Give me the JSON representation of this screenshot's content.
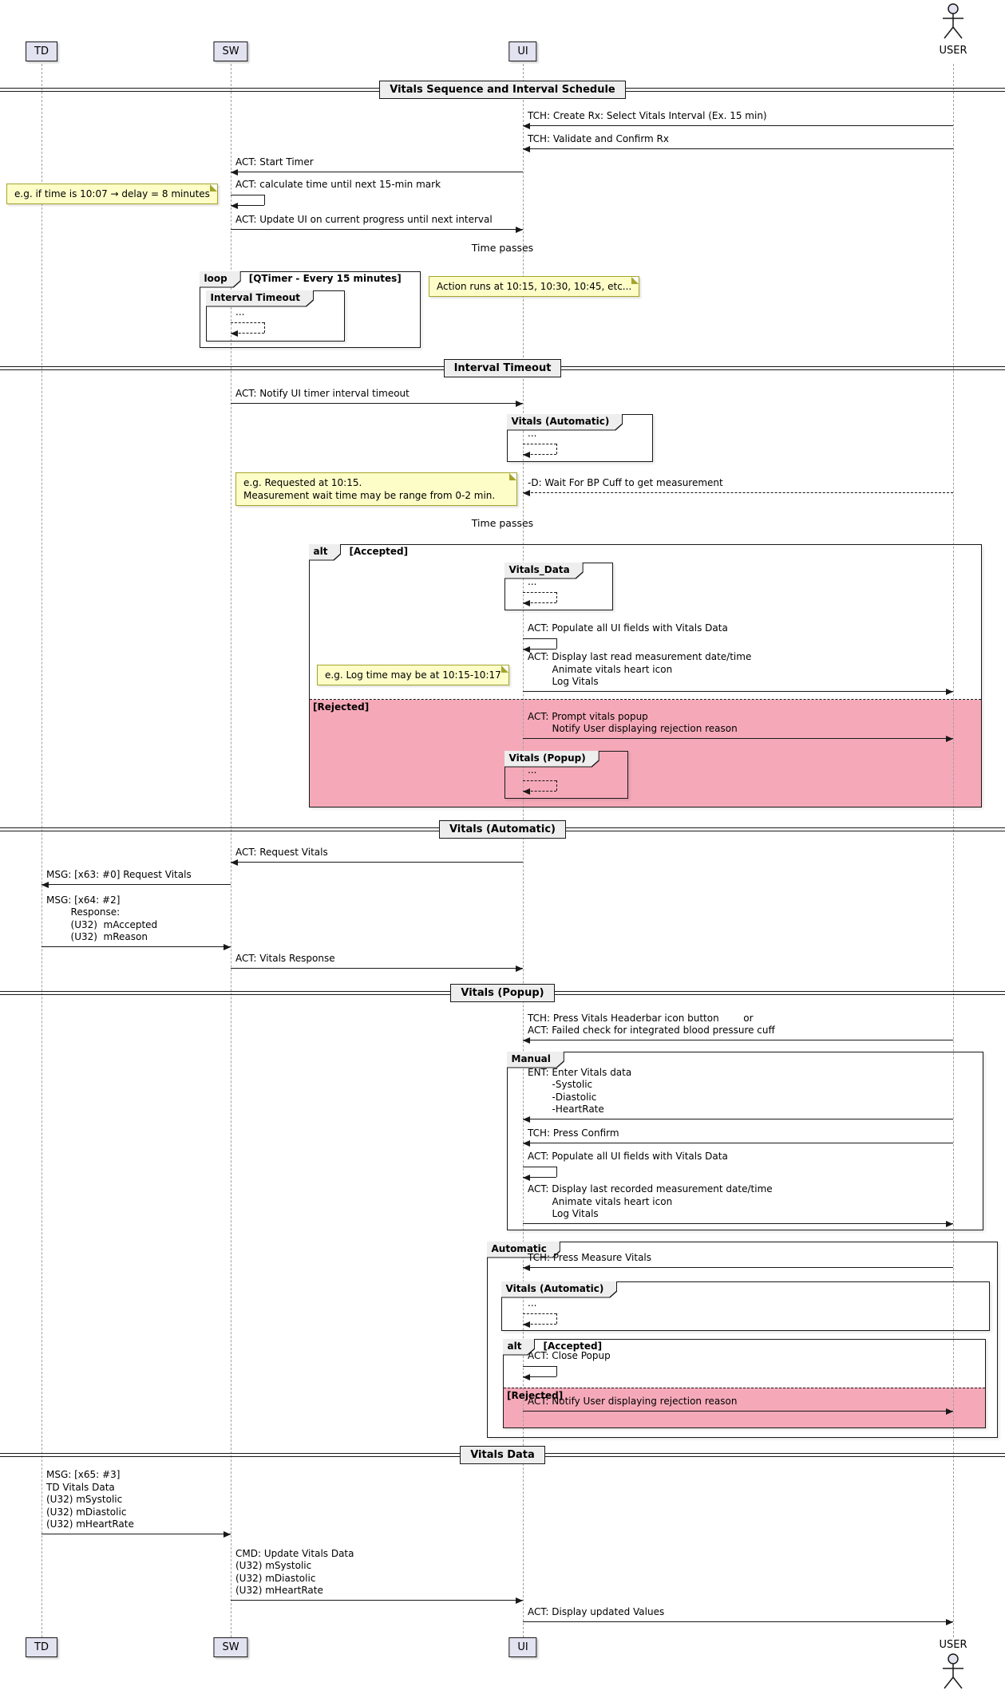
{
  "participants": {
    "td": "TD",
    "sw": "SW",
    "ui": "UI",
    "user": "USER"
  },
  "dividers": {
    "schedule": "Vitals Sequence and Interval Schedule",
    "interval_timeout": "Interval Timeout",
    "vitals_automatic": "Vitals (Automatic)",
    "vitals_popup": "Vitals (Popup)",
    "vitals_data": "Vitals Data"
  },
  "delays": {
    "time_passes": "Time passes"
  },
  "frames": {
    "loop_label": "loop",
    "loop_guard": "[QTimer - Every 15 minutes]",
    "alt_label": "alt",
    "accepted_guard": "[Accepted]",
    "rejected_guard": "[Rejected]",
    "interval_timeout": "Interval Timeout",
    "vitals_automatic": "Vitals (Automatic)",
    "vitals_data": "Vitals_Data",
    "vitals_popup": "Vitals (Popup)",
    "manual": "Manual",
    "automatic": "Automatic"
  },
  "messages": {
    "create_rx": "TCH: Create Rx: Select Vitals Interval (Ex. 15 min)",
    "validate_rx": "TCH: Validate and Confirm Rx",
    "start_timer": "ACT: Start Timer",
    "calc_time": "ACT: calculate time until next 15-min mark",
    "update_progress": "ACT: Update UI on current progress until next interval",
    "notify_timeout": "ACT: Notify UI timer interval timeout",
    "wait_bp": "-D: Wait For BP Cuff to get measurement",
    "populate_fields": "ACT: Populate all UI fields with Vitals Data",
    "display_last_read": "ACT: Display last read measurement date/time\n        Animate vitals heart icon\n        Log Vitals",
    "prompt_popup": "ACT: Prompt vitals popup\n        Notify User displaying rejection reason",
    "request_vitals": "ACT: Request Vitals",
    "msg_request": "MSG: [x63: #0] Request Vitals",
    "msg_response": "MSG: [x64: #2]\n        Response:\n        (U32)  mAccepted\n        (U32)  mReason",
    "vitals_response": "ACT: Vitals Response",
    "press_headerbar_or_failed": "TCH: Press Vitals Headerbar icon button        or\nACT: Failed check for integrated blood pressure cuff",
    "enter_vitals": "ENT: Enter Vitals data\n        -Systolic\n        -Diastolic\n        -HeartRate",
    "press_confirm": "TCH: Press Confirm",
    "display_last_recorded": "ACT: Display last recorded measurement date/time\n        Animate vitals heart icon\n        Log Vitals",
    "press_measure": "TCH: Press Measure Vitals",
    "close_popup": "ACT: Close Popup",
    "notify_rejection": "ACT: Notify User displaying rejection reason",
    "td_vitals_data": "MSG: [x65: #3]\nTD Vitals Data\n(U32) mSystolic\n(U32) mDiastolic\n(U32) mHeartRate",
    "cmd_update_vitals": "CMD: Update Vitals Data\n(U32) mSystolic\n(U32) mDiastolic\n(U32) mHeartRate",
    "display_updated": "ACT: Display updated Values",
    "ellipsis": "..."
  },
  "notes": {
    "delay_calc": "e.g. if time is 10:07 → delay = 8 minutes",
    "action_runs": "Action runs at 10:15, 10:30, 10:45, etc...",
    "requested_wait": "e.g. Requested at 10:15.\nMeasurement wait time may be range from 0-2 min.",
    "log_time": "e.g. Log time may be at 10:15-10:17"
  },
  "colors": {
    "participant_fill": "#E2E2F0",
    "note_fill": "#FDFDC8",
    "note_border": "#A5A52A",
    "rejected_fill": "#F5A9B8",
    "line": "#181818",
    "lifeline": "#A0A0A0"
  }
}
